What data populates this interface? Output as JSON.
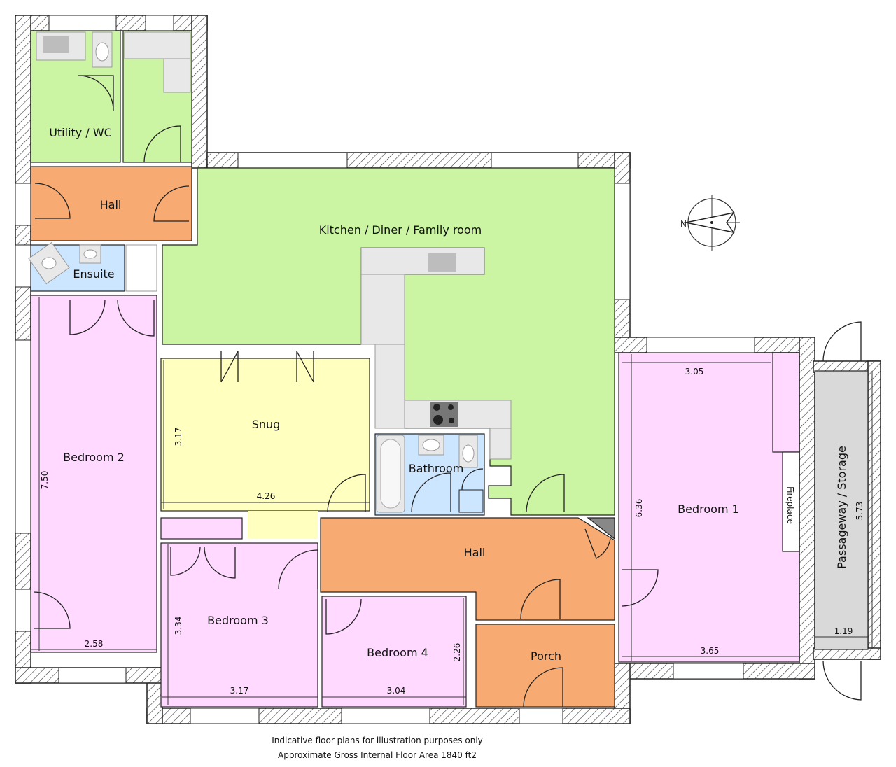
{
  "colors": {
    "green": "#ccf5a3",
    "orange": "#f7ab72",
    "pink": "#ffd9ff",
    "yellow": "#ffffbf",
    "blue": "#cce6ff",
    "grey": "#d9d9d9",
    "wall": "#222222"
  },
  "rooms": {
    "utility": "Utility / WC",
    "hall_upper": "Hall",
    "ensuite": "Ensuite",
    "kitchen": "Kitchen / Diner / Family room",
    "snug": "Snug",
    "bathroom": "Bathroom",
    "bedroom2": "Bedroom 2",
    "bedroom1": "Bedroom 1",
    "fireplace": "Fireplace",
    "passageway": "Passageway / Storage",
    "hall_main": "Hall",
    "bedroom3": "Bedroom 3",
    "bedroom4": "Bedroom 4",
    "porch": "Porch"
  },
  "dimensions": {
    "bed1_width": "3.05",
    "bed1_length": "6.36",
    "bed1_bottom": "3.65",
    "passage_length": "5.73",
    "passage_width": "1.19",
    "snug_height": "3.17",
    "snug_width": "4.26",
    "bed2_length": "7.50",
    "bed2_width": "2.58",
    "bed3_height": "3.34",
    "bed3_width": "3.17",
    "bed4_width": "3.04",
    "bed4_height": "2.26"
  },
  "compass": {
    "north": "N"
  },
  "caption": {
    "line1": "Indicative floor plans for illustration purposes only",
    "line2": "Approximate Gross Internal Floor Area 1840 ft2"
  }
}
